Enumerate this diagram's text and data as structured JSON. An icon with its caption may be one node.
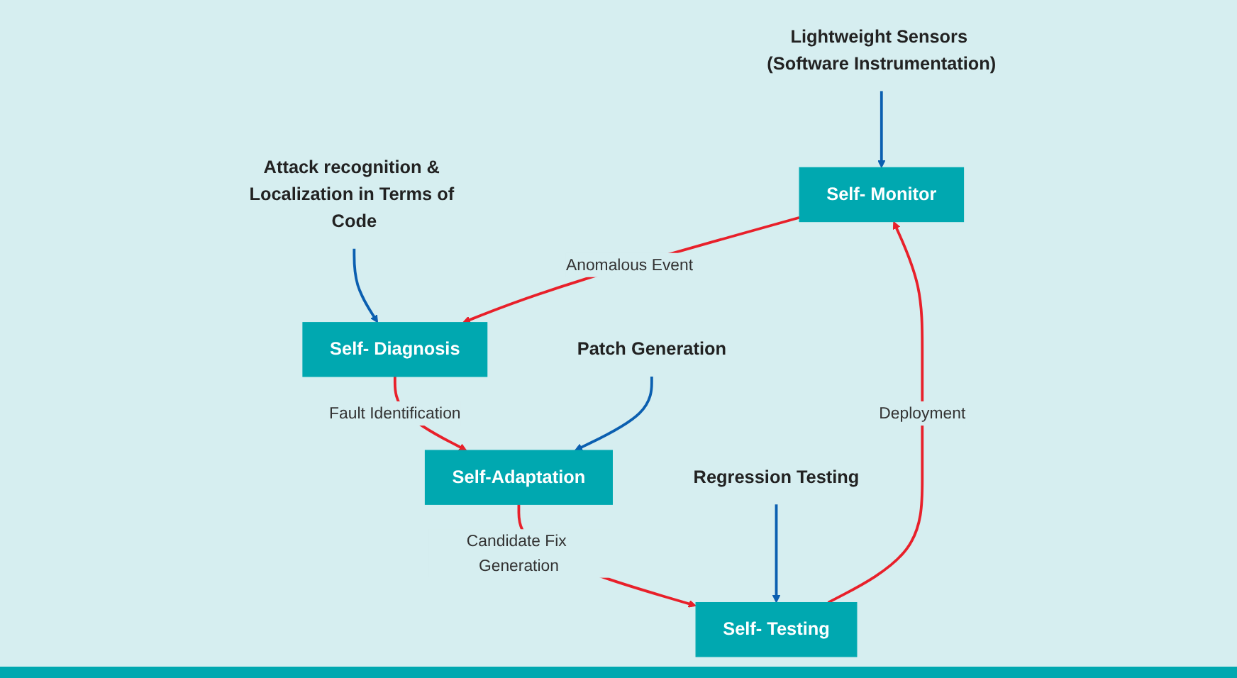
{
  "diagram": {
    "nodes": [
      {
        "text": [
          "Lightweight Sensors (Software Instrumentation)"
        ]
      },
      {
        "text": [
          "Attack recognition & Localization in Terms of Code"
        ]
      },
      {
        "text": [
          "Self- Monitor"
        ]
      },
      {
        "text": [
          "Self- Diagnosis"
        ]
      },
      {
        "text": [
          "Self- Testing"
        ]
      },
      {
        "text": [
          "Self-Adaptation"
        ]
      },
      {
        "text": [
          "Regression Testing"
        ]
      },
      {
        "text": [
          "Patch Generation"
        ]
      }
    ],
    "edges": [
      {
        "from": 0,
        "to": 2,
        "arrow": "to",
        "color": "#0b5fb0"
      },
      {
        "from": 1,
        "to": 3,
        "arrow": "to",
        "color": "#0b5fb0"
      },
      {
        "from": 2,
        "to": 3,
        "arrow": "to",
        "label": "Anomalous Event",
        "color": "#e8202a"
      },
      {
        "from": 3,
        "to": 5,
        "arrow": "to",
        "label": "Fault Identification",
        "color": "#e8202a"
      },
      {
        "from": 5,
        "to": 4,
        "arrow": "to",
        "label": "Candidate Fix Generation",
        "color": "#e8202a"
      },
      {
        "from": 4,
        "to": 2,
        "arrow": "to",
        "label": "Deployment",
        "color": "#e8202a"
      },
      {
        "from": 6,
        "to": 4,
        "arrow": "to",
        "color": "#0b5fb0"
      },
      {
        "from": 7,
        "to": 5,
        "arrow": "to",
        "color": "#0b5fb0"
      }
    ]
  }
}
